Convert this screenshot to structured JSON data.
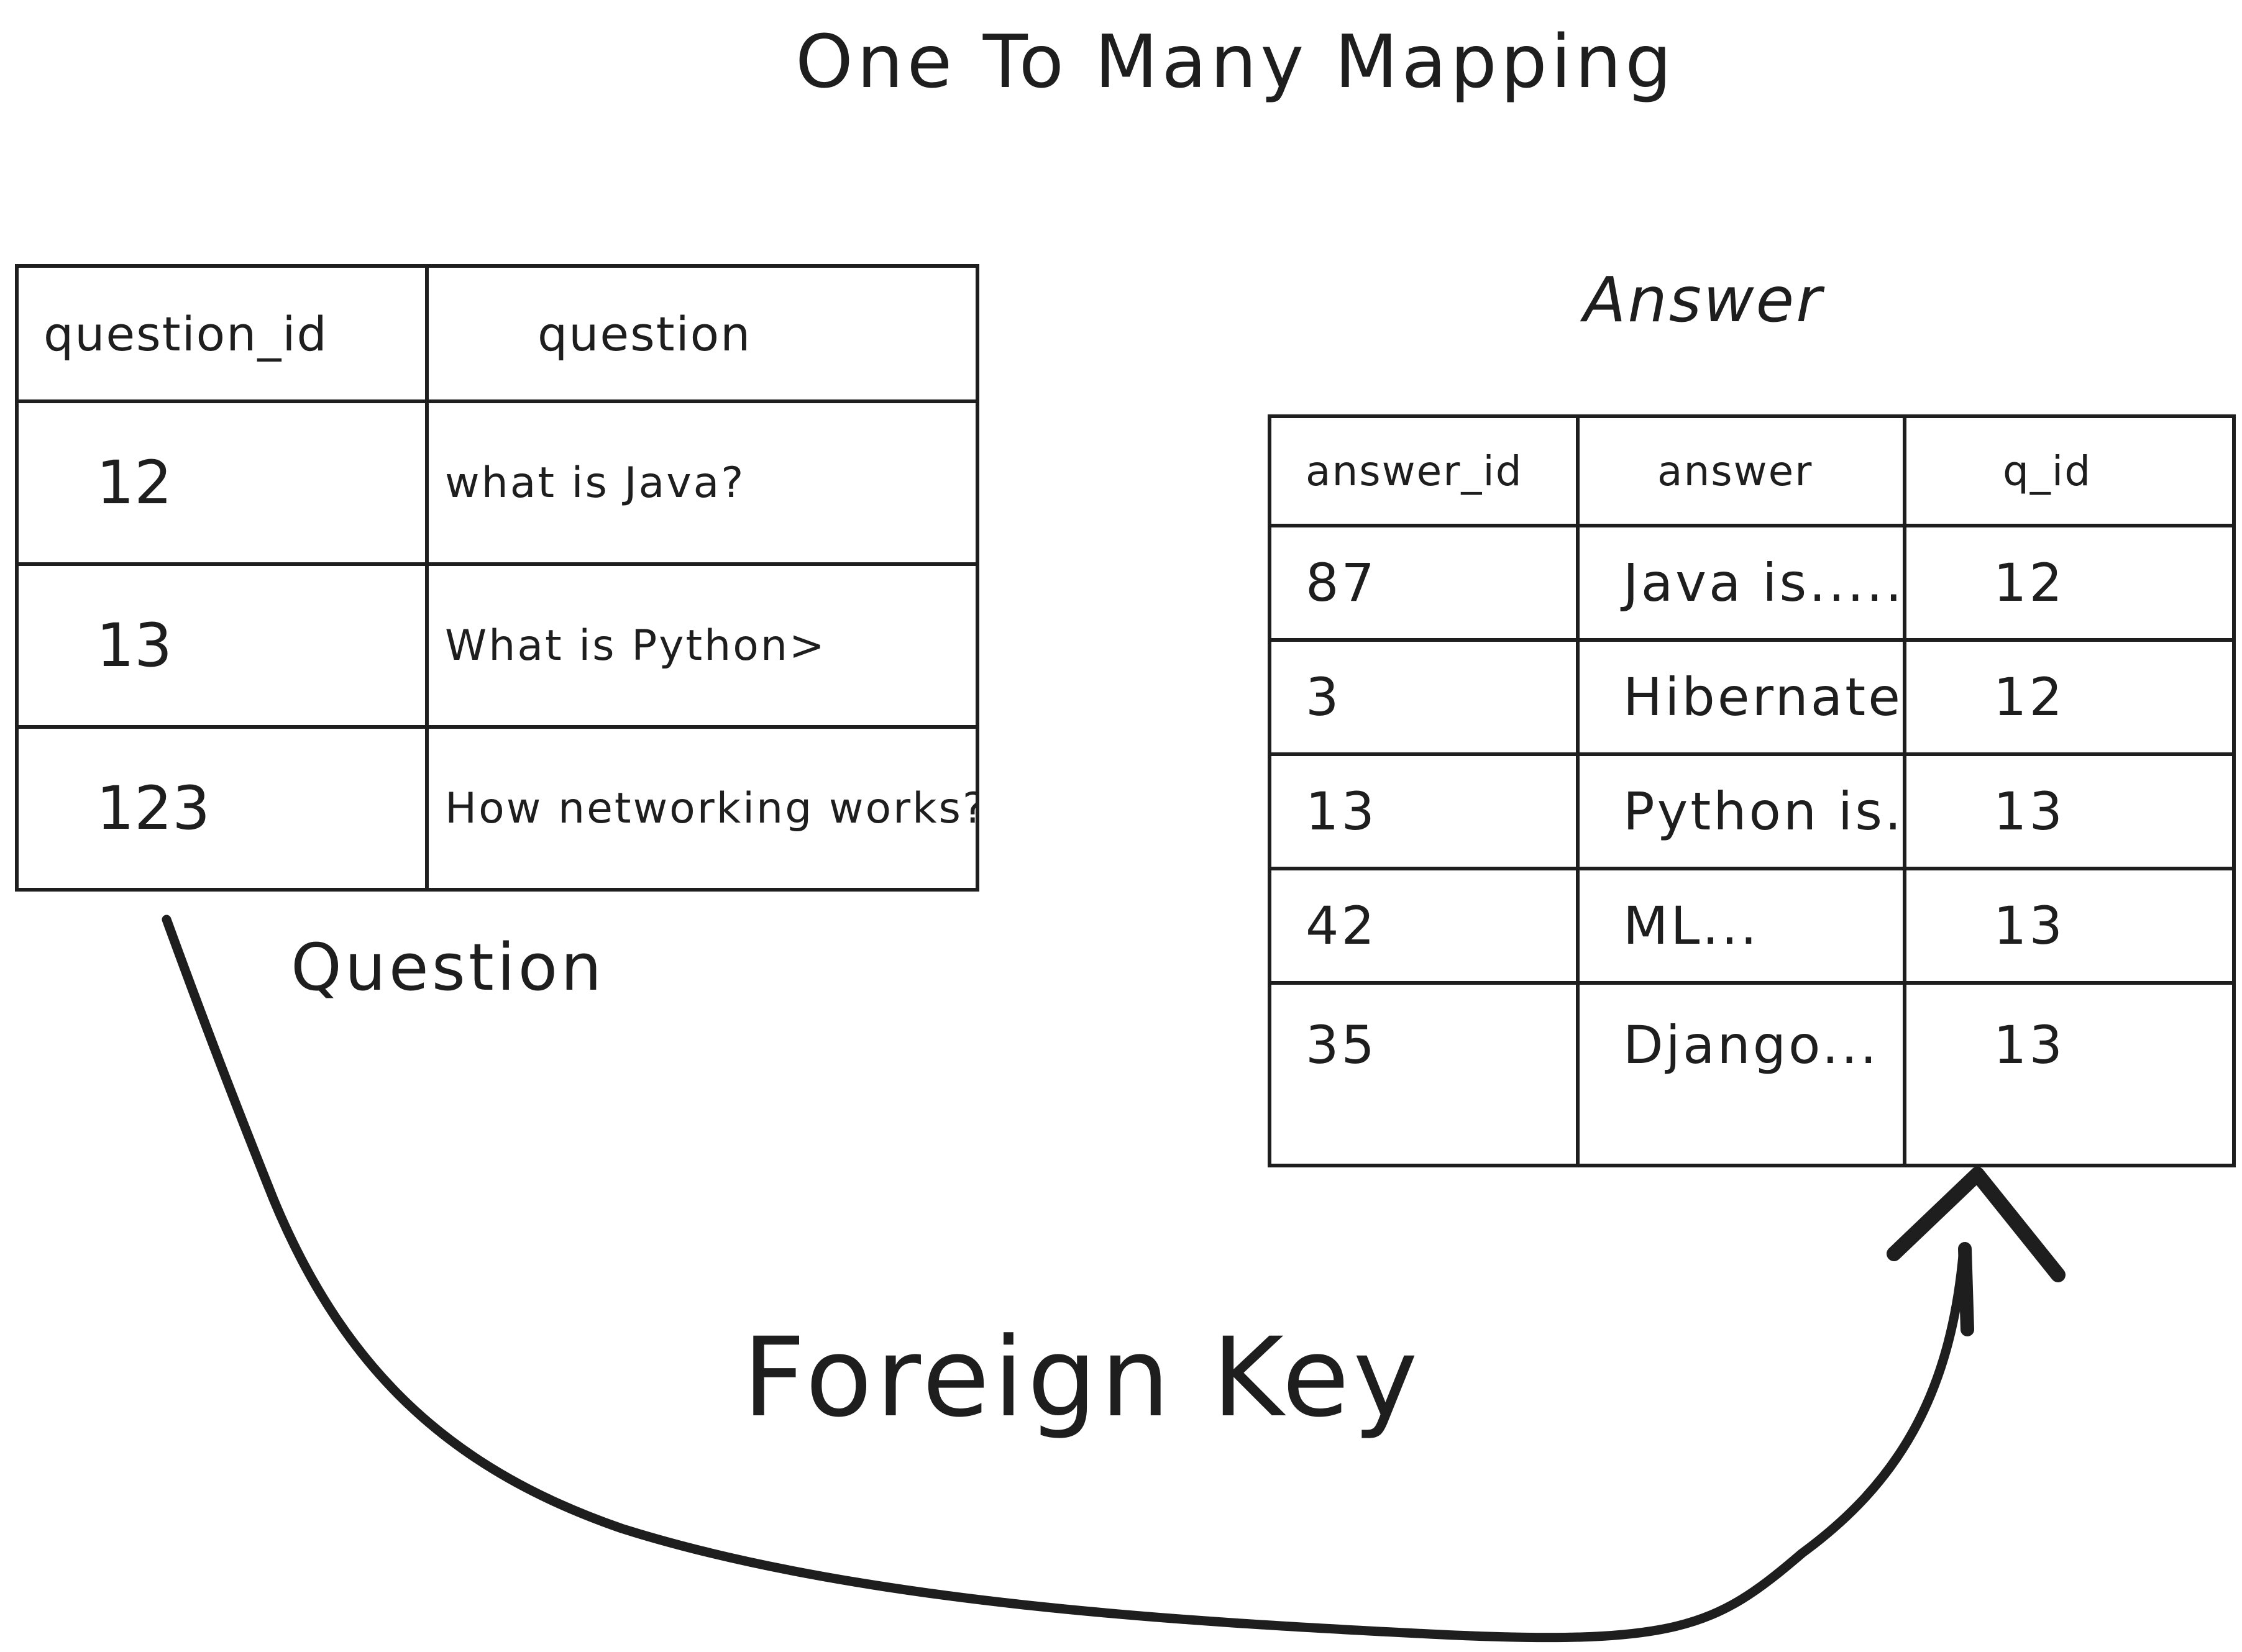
{
  "title": "One To Many Mapping",
  "question_table": {
    "caption": "Question",
    "headers": [
      "question_id",
      "question"
    ],
    "rows": [
      [
        "12",
        "what is Java?"
      ],
      [
        "13",
        "What is Python>"
      ],
      [
        "123",
        "How networking works?"
      ]
    ]
  },
  "answer_table": {
    "caption": "Answer",
    "headers": [
      "answer_id",
      "answer",
      "q_id"
    ],
    "rows": [
      [
        "87",
        "Java is.....",
        "12"
      ],
      [
        "3",
        "Hibernate...",
        "12"
      ],
      [
        "13",
        "Python is...",
        "13"
      ],
      [
        "42",
        "ML...",
        "13"
      ],
      [
        "35",
        "Django...",
        "13"
      ]
    ]
  },
  "relationship": {
    "label": "Foreign Key",
    "from": "Question",
    "to": "Answer"
  }
}
